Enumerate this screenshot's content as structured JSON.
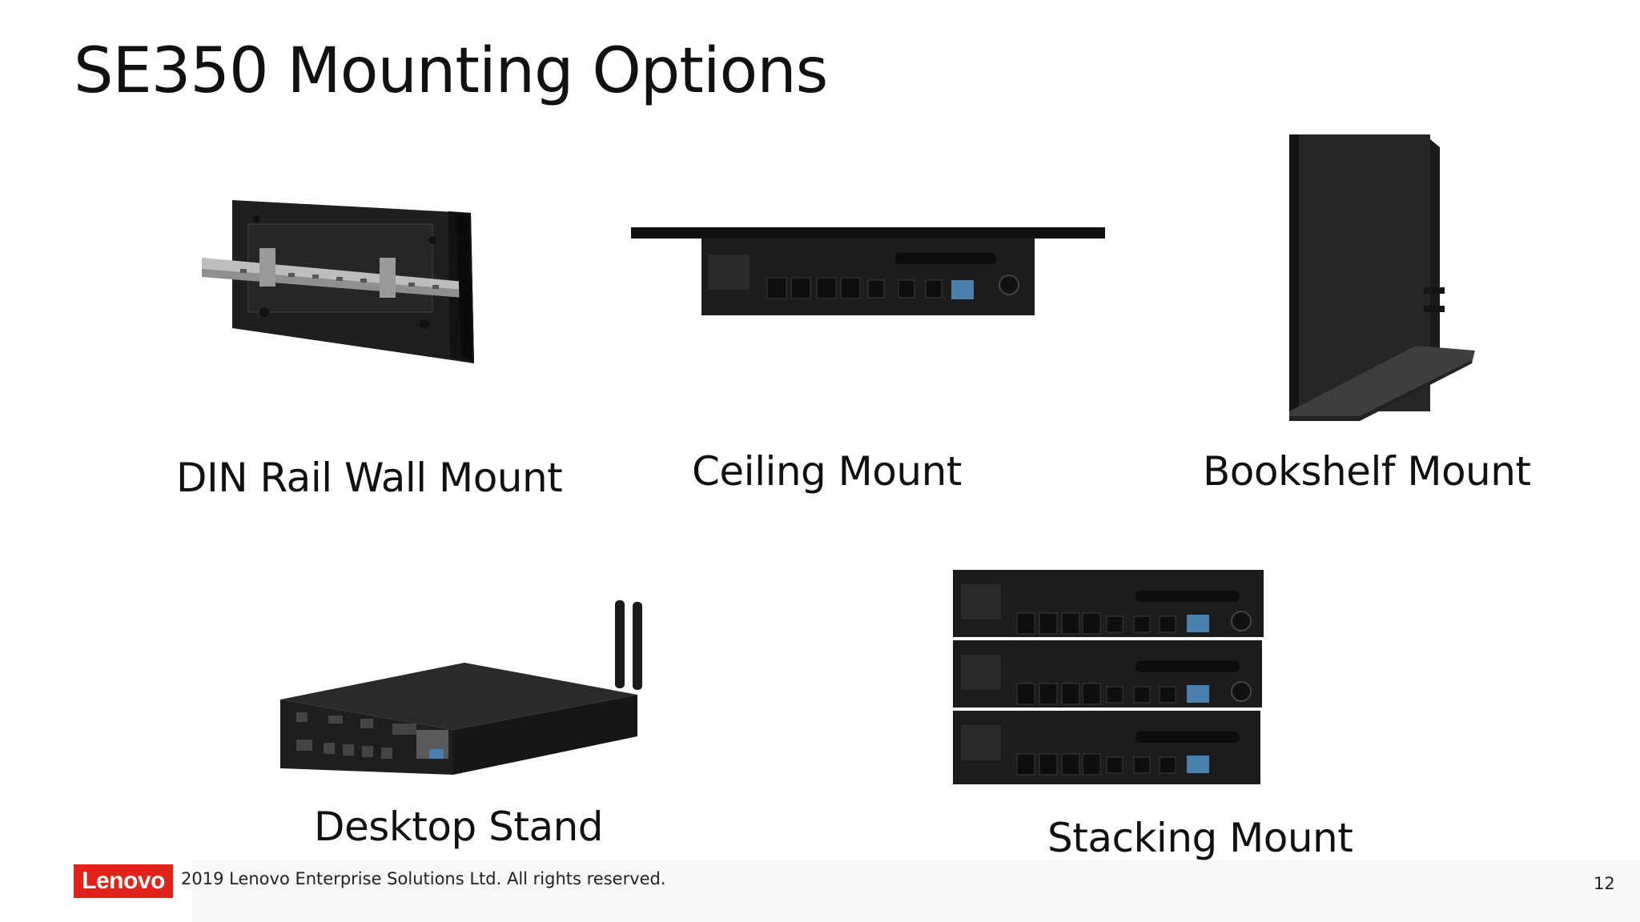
{
  "slide": {
    "title": "SE350 Mounting Options",
    "options": [
      {
        "label": "DIN Rail Wall Mount",
        "image": "din-rail-wall-mount-photo"
      },
      {
        "label": "Ceiling Mount",
        "image": "ceiling-mount-photo"
      },
      {
        "label": "Bookshelf Mount",
        "image": "bookshelf-mount-photo"
      },
      {
        "label": "Desktop Stand",
        "image": "desktop-stand-photo"
      },
      {
        "label": "Stacking Mount",
        "image": "stacking-mount-photo"
      }
    ]
  },
  "footer": {
    "logo_text": "Lenovo",
    "copyright": "2019 Lenovo Enterprise Solutions Ltd. All rights reserved.",
    "page_number": "12"
  },
  "colors": {
    "brand": "#e2231a",
    "device": "#1c1c1c",
    "rail": "#b9b9b9"
  }
}
